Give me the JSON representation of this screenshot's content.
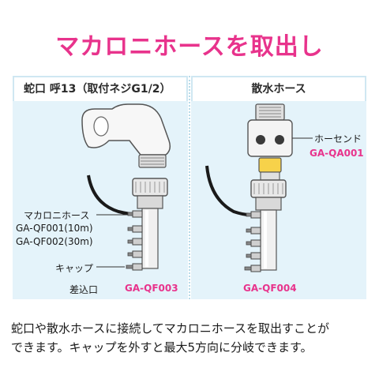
{
  "title": "マカロニホースを取出し",
  "left_panel": {
    "header": "蛇口 呼13（取付ネジG1/2）",
    "label_hose": "マカロニホース",
    "label_qf001": "GA-QF001",
    "label_qf001_len": "(10m)",
    "label_qf002": "GA-QF002",
    "label_qf002_len": "(30m)",
    "label_cap": "キャップ",
    "label_inlet": "差込口",
    "model": "GA-QF003"
  },
  "right_panel": {
    "header": "散水ホース",
    "label_hosend": "ホーセンド",
    "model_hosend": "GA-QA001",
    "model": "GA-QF004"
  },
  "caption": {
    "line1": "蛇口や散水ホースに接続してマカロニホースを取出すことが",
    "line2": "できます。キャップを外すと最大5方向に分岐できます。"
  },
  "colors": {
    "accent": "#e8338c",
    "panel_bg": "#e4f3fa"
  }
}
